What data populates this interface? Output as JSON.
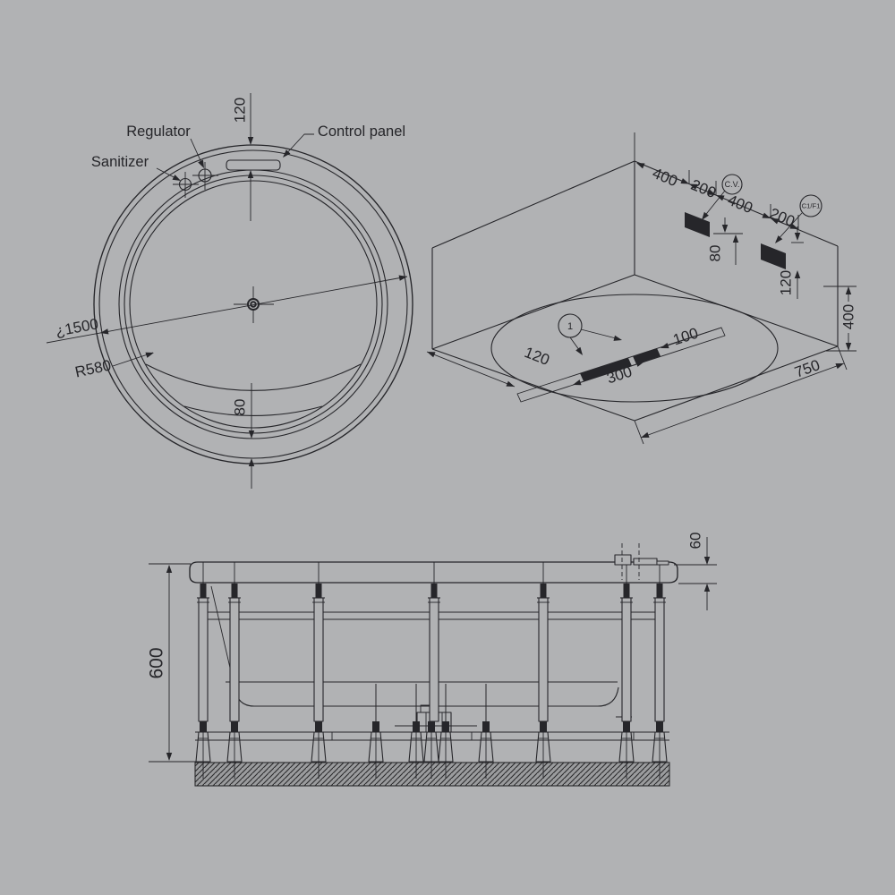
{
  "colors": {
    "background": "#b1b2b4",
    "ink": "#26262a"
  },
  "top_view": {
    "label_regulator": "Regulator",
    "label_sanitizer": "Sanitizer",
    "label_control_panel": "Control panel",
    "dim_rim_width_top": "120",
    "dim_diameter": "¿1500",
    "dim_inner_radius": "R580",
    "dim_rim_width_bottom": "80"
  },
  "iso_view": {
    "edge_dims": [
      "400",
      "200",
      "400",
      "200"
    ],
    "balloon_cv": "C.V.",
    "balloon_c1f1": "C1/F1",
    "balloon_item": "1",
    "dim_cutout_a_drop": "80",
    "dim_cutout_b_drop": "120",
    "dim_wall_height": "400",
    "dim_side_edge": "750",
    "dim_floor_offset": "120",
    "dim_floor_spacing": "300",
    "dim_floor_end": "100"
  },
  "elevation_view": {
    "dim_total_height": "600",
    "dim_rim_thickness": "60"
  }
}
